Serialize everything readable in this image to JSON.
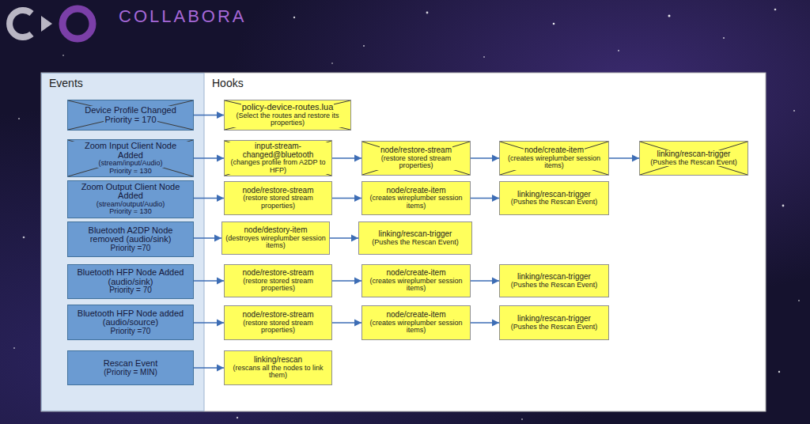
{
  "diagram": {
    "nodes": [
      {
        "text": [
          "Events"
        ]
      },
      {
        "text": [
          "Device Profile Changed",
          "Priority = 170"
        ],
        "in": 0
      },
      {
        "text": [
          "Zoom Input Client Node Added",
          "(stream/input/Audio)",
          "Priority = 130"
        ],
        "in": 0
      },
      {
        "text": [
          "Zoom Output Client Node Added",
          "(stream/output/Audio)",
          "Priority = 130"
        ],
        "in": 0
      },
      {
        "text": [
          "Bluetooth A2DP Node removed (audio/sink)",
          "Priority =70"
        ],
        "in": 0
      },
      {
        "text": [
          "Bluetooth HFP Node Added (audio/sink)",
          "Priority = 70"
        ],
        "in": 0
      },
      {
        "text": [
          "Bluetooth HFP Node added (audio/source)",
          "Priority =70"
        ],
        "in": 0
      },
      {
        "text": [
          "Rescan Event",
          "(Priority = MIN)"
        ],
        "in": 0
      },
      {
        "text": [
          "Hooks"
        ]
      },
      {
        "text": [
          "policy-device-routes.lua",
          "(Select the routes and restore its properties)"
        ],
        "in": 8
      },
      {
        "text": [
          "input-stream-changed@bluetooth",
          "(changes profile from A2DP to HFP)"
        ],
        "in": 8
      },
      {
        "text": [
          "node/restore-stream",
          "(restore stored stream properties)"
        ],
        "in": 8
      },
      {
        "text": [
          "node/create-item",
          "(creates wireplumber session items)"
        ],
        "in": 8
      },
      {
        "text": [
          "linking/rescan-trigger",
          "(Pushes the Rescan Event)"
        ],
        "in": 8
      },
      {
        "text": [
          "node/restore-stream",
          "(restore stored stream properties)"
        ],
        "in": 8
      },
      {
        "text": [
          "node/create-item",
          "(creates wireplumber session items)"
        ],
        "in": 8
      },
      {
        "text": [
          "linking/rescan-trigger",
          "(Pushes the Rescan Event)"
        ],
        "in": 8
      },
      {
        "text": [
          "node/destory-item",
          "(destroyes wireplumber session items)"
        ],
        "in": 8
      },
      {
        "text": [
          "linking/rescan-trigger",
          "(Pushes the Rescan Event)"
        ],
        "in": 8
      },
      {
        "text": [
          "node/restore-stream",
          "(restore stored stream properties)"
        ],
        "in": 8
      },
      {
        "text": [
          "node/create-item",
          "(creates wireplumber session items)"
        ],
        "in": 8
      },
      {
        "text": [
          "linking/rescan-trigger",
          "(Pushes the Rescan Event)"
        ],
        "in": 8
      },
      {
        "text": [
          "node/restore-stream",
          "(restore stored stream properties)"
        ],
        "in": 8
      },
      {
        "text": [
          "node/create-item",
          "(creates wireplumber session items)"
        ],
        "in": 8
      },
      {
        "text": [
          "linking/rescan-trigger",
          "(Pushes the Rescan Event)"
        ],
        "in": 8
      },
      {
        "text": [
          "linking/rescan",
          "(rescans all the nodes to link them)"
        ],
        "in": 8
      }
    ],
    "edges": [
      {
        "from": 1,
        "to": 9,
        "arrow": "to"
      },
      {
        "from": 2,
        "to": 10,
        "arrow": "to"
      },
      {
        "from": 10,
        "to": 11,
        "arrow": "to"
      },
      {
        "from": 11,
        "to": 12,
        "arrow": "to"
      },
      {
        "from": 12,
        "to": 13,
        "arrow": "to"
      },
      {
        "from": 3,
        "to": 14,
        "arrow": "to"
      },
      {
        "from": 14,
        "to": 15,
        "arrow": "to"
      },
      {
        "from": 15,
        "to": 16,
        "arrow": "to"
      },
      {
        "from": 4,
        "to": 17,
        "arrow": "to"
      },
      {
        "from": 17,
        "to": 18,
        "arrow": "to"
      },
      {
        "from": 5,
        "to": 19,
        "arrow": "to"
      },
      {
        "from": 19,
        "to": 20,
        "arrow": "to"
      },
      {
        "from": 20,
        "to": 21,
        "arrow": "to"
      },
      {
        "from": 6,
        "to": 22,
        "arrow": "to"
      },
      {
        "from": 22,
        "to": 23,
        "arrow": "to"
      },
      {
        "from": 23,
        "to": 24,
        "arrow": "to"
      },
      {
        "from": 7,
        "to": 25,
        "arrow": "to"
      }
    ],
    "labels": [
      "COLLABORA"
    ]
  }
}
